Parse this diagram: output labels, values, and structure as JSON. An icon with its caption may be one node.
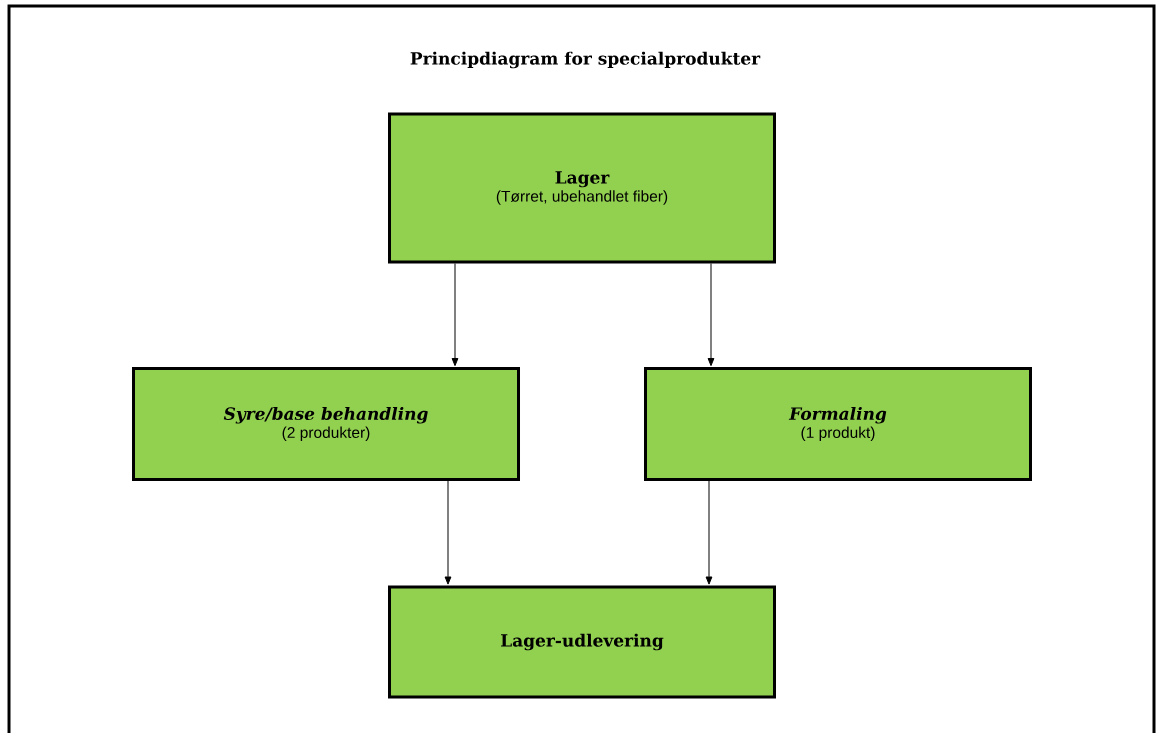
{
  "diagram": {
    "title": "Principdiagram for specialprodukter",
    "nodes": [
      {
        "text": [
          "Lager",
          "(Tørret, ubehandlet fiber)"
        ]
      },
      {
        "text": [
          "Syre/base behandling",
          "(2 produkter)"
        ]
      },
      {
        "text": [
          "Formaling",
          "(1 produkt)"
        ]
      },
      {
        "text": [
          "Lager-udlevering"
        ]
      }
    ],
    "edges": [
      {
        "from": 0,
        "to": 1,
        "arrow": "to"
      },
      {
        "from": 0,
        "to": 2,
        "arrow": "to"
      },
      {
        "from": 1,
        "to": 3,
        "arrow": "to"
      },
      {
        "from": 2,
        "to": 3,
        "arrow": "to"
      }
    ]
  }
}
